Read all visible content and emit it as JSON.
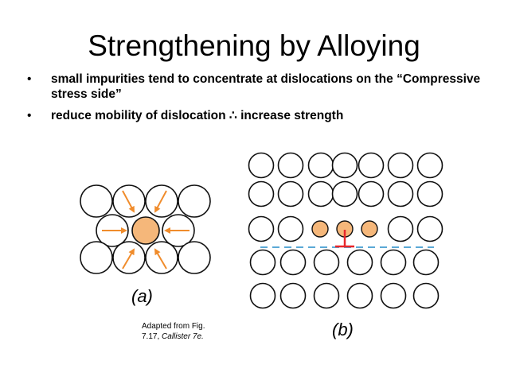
{
  "slide": {
    "title": "Strengthening by Alloying",
    "bullets": [
      {
        "text": "small impurities tend to concentrate at dislocations on the “Compressive stress side”"
      },
      {
        "text": "reduce mobility of dislocation ∴ increase strength"
      }
    ],
    "bullet_symbol": "•"
  },
  "figure_a": {
    "label": "(a)",
    "colors": {
      "impurity": "#f5b77a",
      "arrow": "#f08c2c",
      "atom_stroke": "#111111"
    }
  },
  "figure_b": {
    "label": "(b)",
    "colors": {
      "impurity": "#f5b77a",
      "dislocation": "#e8262a",
      "slip_line": "#5ba9d6",
      "atom_stroke": "#111111"
    }
  },
  "caption": {
    "line1": "Adapted from Fig.",
    "line2_prefix": "7.17, ",
    "line2_italic": "Callister 7e."
  }
}
